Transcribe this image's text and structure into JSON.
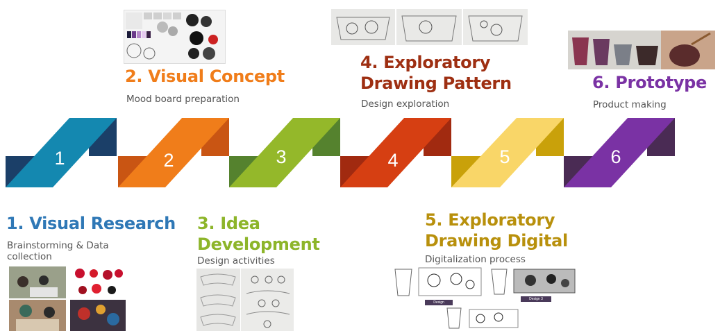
{
  "colors": {
    "step1": "#1488b0",
    "step1_dark": "#1b3f68",
    "step2": "#f07d1a",
    "step2_dark": "#c95513",
    "step3": "#94b82a",
    "step3_dark": "#55822e",
    "step4": "#d63f12",
    "step4_dark": "#a12a10",
    "step5": "#f9d668",
    "step5_dark": "#c9a10a",
    "step6": "#7a32a4",
    "step6_dark": "#4a2b54"
  },
  "steps": [
    {
      "number": "1",
      "title": "1. Visual Research",
      "subtitle": "Brainstorming & Data collection",
      "title_color": "#2f78b6"
    },
    {
      "number": "2",
      "title": "2. Visual Concept",
      "subtitle": "Mood board preparation",
      "title_color": "#f07d1a"
    },
    {
      "number": "3",
      "title_line1": "3. Idea",
      "title_line2": "Development",
      "subtitle": "Design activities",
      "title_color": "#8db52a"
    },
    {
      "number": "4",
      "title_line1": "4. Exploratory",
      "title_line2": "Drawing Pattern",
      "subtitle": "Design exploration",
      "title_color": "#9e2f12"
    },
    {
      "number": "5",
      "title_line1": "5. Exploratory",
      "title_line2": "Drawing Digital",
      "subtitle": "Digitalization process",
      "title_color": "#b8900c"
    },
    {
      "number": "6",
      "title": "6. Prototype",
      "subtitle": "Product making",
      "title_color": "#7a32a4"
    }
  ],
  "digital_labels": [
    "Design",
    "Design 3"
  ]
}
